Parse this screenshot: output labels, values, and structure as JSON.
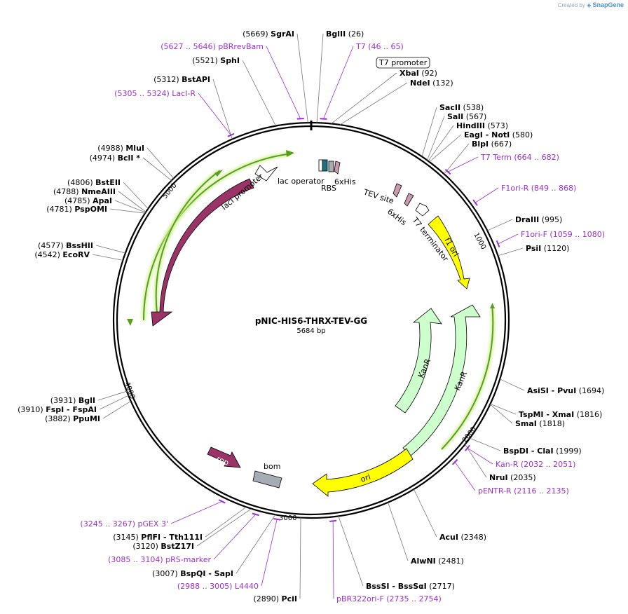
{
  "app": {
    "credit_prefix": "Created by",
    "credit_brand": "SnapGene"
  },
  "map": {
    "name": "pNIC-HIS6-THRX-TEV-GG",
    "length_label": "5684 bp",
    "length": 5684,
    "ticks": [
      "1000",
      "2000",
      "3000",
      "4000",
      "5000"
    ]
  },
  "enzymes": [
    {
      "id": "sgrai",
      "left": "(5669)",
      "name": "SgrAI",
      "site": 5669
    },
    {
      "id": "bglii",
      "name": "BglII",
      "right": "(26)",
      "site": 26
    },
    {
      "id": "sphi",
      "left": "(5521)",
      "name": "SphI",
      "site": 5521
    },
    {
      "id": "xbai",
      "name": "XbaI",
      "right": "(92)",
      "site": 92
    },
    {
      "id": "ndei",
      "name": "NdeI",
      "right": "(132)",
      "site": 132
    },
    {
      "id": "bstapi",
      "left": "(5312)",
      "name": "BstAPI",
      "site": 5312
    },
    {
      "id": "sacii",
      "name": "SacII",
      "right": "(538)",
      "site": 538
    },
    {
      "id": "sali",
      "name": "SalI",
      "right": "(567)",
      "site": 567
    },
    {
      "id": "hindiii",
      "name": "HindIII",
      "right": "(573)",
      "site": 573
    },
    {
      "id": "eagi",
      "name": "EagI  - NotI",
      "right": "(580)",
      "site": 580
    },
    {
      "id": "blpi",
      "name": "BlpI",
      "right": "(667)",
      "site": 667
    },
    {
      "id": "mlui",
      "left": "(4988)",
      "name": "MluI",
      "site": 4988
    },
    {
      "id": "bcli",
      "left": "(4974)",
      "name": "BclI *",
      "site": 4974
    },
    {
      "id": "bsteii",
      "left": "(4806)",
      "name": "BstEII",
      "site": 4806
    },
    {
      "id": "nmeaiii",
      "left": "(4788)",
      "name": "NmeAIII",
      "site": 4788
    },
    {
      "id": "apai",
      "left": "(4785)",
      "name": "ApaI",
      "site": 4785
    },
    {
      "id": "pspomi",
      "left": "(4781)",
      "name": "PspOMI",
      "site": 4781
    },
    {
      "id": "draiii",
      "name": "DraIII",
      "right": "(995)",
      "site": 995
    },
    {
      "id": "psii",
      "name": "PsiI",
      "right": "(1120)",
      "site": 1120
    },
    {
      "id": "bsshii",
      "left": "(4577)",
      "name": "BssHII",
      "site": 4577
    },
    {
      "id": "ecorv",
      "left": "(4542)",
      "name": "EcoRV",
      "site": 4542
    },
    {
      "id": "asisi",
      "name": "AsiSI  - PvuI",
      "right": "(1694)",
      "site": 1694
    },
    {
      "id": "tspmi",
      "name": "TspMI  - XmaI",
      "right": "(1816)",
      "site": 1816
    },
    {
      "id": "smai",
      "name": "SmaI",
      "right": "(1818)",
      "site": 1818
    },
    {
      "id": "bgli",
      "left": "(3931)",
      "name": "BglI",
      "site": 3931
    },
    {
      "id": "fspi",
      "left": "(3910)",
      "name": "FspI  - FspAI",
      "site": 3910
    },
    {
      "id": "ppumi",
      "left": "(3882)",
      "name": "PpuMI",
      "site": 3882
    },
    {
      "id": "bspdi",
      "name": "BspDI  - ClaI",
      "right": "(1999)",
      "site": 1999
    },
    {
      "id": "nrui",
      "name": "NruI",
      "right": "(2035)",
      "site": 2035
    },
    {
      "id": "acui",
      "name": "AcuI",
      "right": "(2348)",
      "site": 2348
    },
    {
      "id": "pflfi",
      "left": "(3145)",
      "name": "PflFI  - Tth111I",
      "site": 3145
    },
    {
      "id": "bstz17i",
      "left": "(3120)",
      "name": "BstZ17I",
      "site": 3120
    },
    {
      "id": "alwni",
      "name": "AlwNI",
      "right": "(2481)",
      "site": 2481
    },
    {
      "id": "bspqi",
      "left": "(3007)",
      "name": "BspQI  - SapI",
      "site": 3007
    },
    {
      "id": "bsssi",
      "name": "BssSI  - BssSαI",
      "right": "(2717)",
      "site": 2717
    },
    {
      "id": "pcii",
      "left": "(2890)",
      "name": "PciI",
      "site": 2890
    }
  ],
  "primers": [
    {
      "id": "pbrrevbam",
      "text": "(5627 .. 5646)  pBRrevBam",
      "site": 5636
    },
    {
      "id": "t7",
      "text": "T7    (46 .. 65)",
      "site": 55
    },
    {
      "id": "laci-r",
      "text": "(5305 .. 5324)  LacI-R",
      "site": 5314
    },
    {
      "id": "t7-term",
      "text": "T7 Term    (664 .. 682)",
      "site": 673
    },
    {
      "id": "f1ori-r",
      "text": "F1ori-R    (849 .. 868)",
      "site": 858
    },
    {
      "id": "f1ori-f",
      "text": "F1ori-F    (1059 .. 1080)",
      "site": 1070
    },
    {
      "id": "kan-r",
      "text": "Kan-R    (2032 .. 2051)",
      "site": 2041
    },
    {
      "id": "pentr-r",
      "text": "pENTR-R    (2116 .. 2135)",
      "site": 2125
    },
    {
      "id": "pgex3",
      "text": "(3245 .. 3267)  pGEX 3'",
      "site": 3256
    },
    {
      "id": "prs-marker",
      "text": "(3085 .. 3104)  pRS-marker",
      "site": 3094
    },
    {
      "id": "l4440",
      "text": "(2988 .. 3005)  L4440",
      "site": 2996
    },
    {
      "id": "pbr322ori-f",
      "text": "pBR322ori-F    (2735 .. 2754)",
      "site": 2744
    }
  ],
  "features": {
    "t7_promoter": "T7 promoter",
    "lac_operator": "lac operator",
    "rbs": "RBS",
    "his1": "6xHis",
    "tev": "TEV site",
    "his2": "6xHis",
    "t7_terminator": "T7 terminator",
    "f1_ori": "f1 ori",
    "lacI": "lacI",
    "lacI_promoter": "lacI promoter",
    "kanr1": "KanR",
    "kanr2": "KanR",
    "ori": "ori",
    "rop": "rop",
    "bom": "bom"
  },
  "colors": {
    "primer": "#9a2fcf",
    "lacI": "#9a3366",
    "f1ori": "#ffff00",
    "kanr": "#ccffcc",
    "ori": "#ffff00",
    "bom": "#a6acb3",
    "orf": "#5a9e1f",
    "orf_glow": "#d4f29c",
    "backbone": "#000000"
  }
}
